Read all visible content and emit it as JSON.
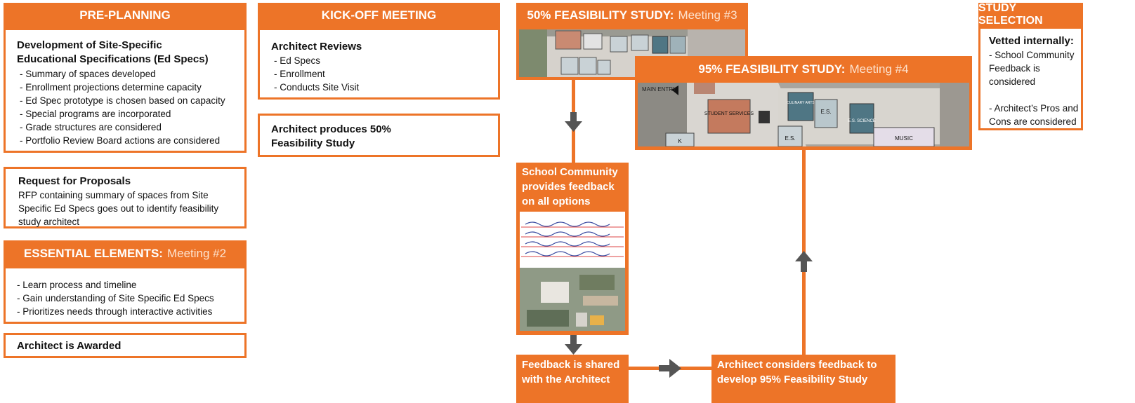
{
  "col1": {
    "header": "PRE-PLANNING",
    "dev": {
      "title_line1": "Development of Site-Specific",
      "title_line2": "Educational Specifications (Ed Specs)",
      "items": [
        "- Summary of spaces developed",
        "- Enrollment projections determine capacity",
        "- Ed Spec prototype is chosen based on capacity",
        "- Special programs are incorporated",
        "- Grade structures are considered",
        "- Portfolio Review Board actions are considered"
      ]
    },
    "rfp": {
      "title": "Request for Proposals",
      "lines": [
        "RFP containing summary of spaces from Site",
        "Specific Ed Specs goes out to identify feasibility",
        "study architect"
      ]
    },
    "essential": {
      "header_bold": "ESSENTIAL ELEMENTS:",
      "header_light": "Meeting #2",
      "items": [
        "- Learn process and timeline",
        "- Gain understanding of Site Specific Ed Specs",
        "- Prioritizes needs through interactive activities"
      ]
    },
    "awarded": "Architect is Awarded"
  },
  "col2": {
    "header": "KICK-OFF MEETING",
    "reviews": {
      "title": "Architect Reviews",
      "items": [
        "- Ed Specs",
        "- Enrollment",
        "- Conducts Site Visit"
      ]
    },
    "produces_line1": "Architect produces 50%",
    "produces_line2": "Feasibility Study"
  },
  "col3": {
    "header50_bold": "50% FEASIBILITY STUDY:",
    "header50_light": "Meeting #3",
    "header95_bold": "95% FEASIBILITY STUDY:",
    "header95_light": "Meeting #4",
    "community_lines": [
      "School Community",
      "provides feedback",
      "on all options"
    ],
    "shared_lines": [
      "Feedback is shared",
      "with the Architect"
    ],
    "considers_lines": [
      "Architect considers feedback to",
      "develop  95% Feasibility Study"
    ],
    "plan_labels": {
      "student_services": "STUDENT SERVICES",
      "es1": "E.S.",
      "es_science": "E.S. SCIENCE",
      "music": "MUSIC",
      "k": "K",
      "es2": "E.S.",
      "culinary": "CULINARY ARTS",
      "main_entry": "MAIN ENTRY"
    }
  },
  "col4": {
    "header": "STUDY SELECTION",
    "title": "Vetted internally:",
    "lines": [
      "- School Community",
      "Feedback is",
      "considered",
      "",
      "- Architect’s Pros and",
      "Cons are considered"
    ]
  },
  "colors": {
    "accent": "#ed7428",
    "arrow": "#555555",
    "white": "#ffffff"
  }
}
